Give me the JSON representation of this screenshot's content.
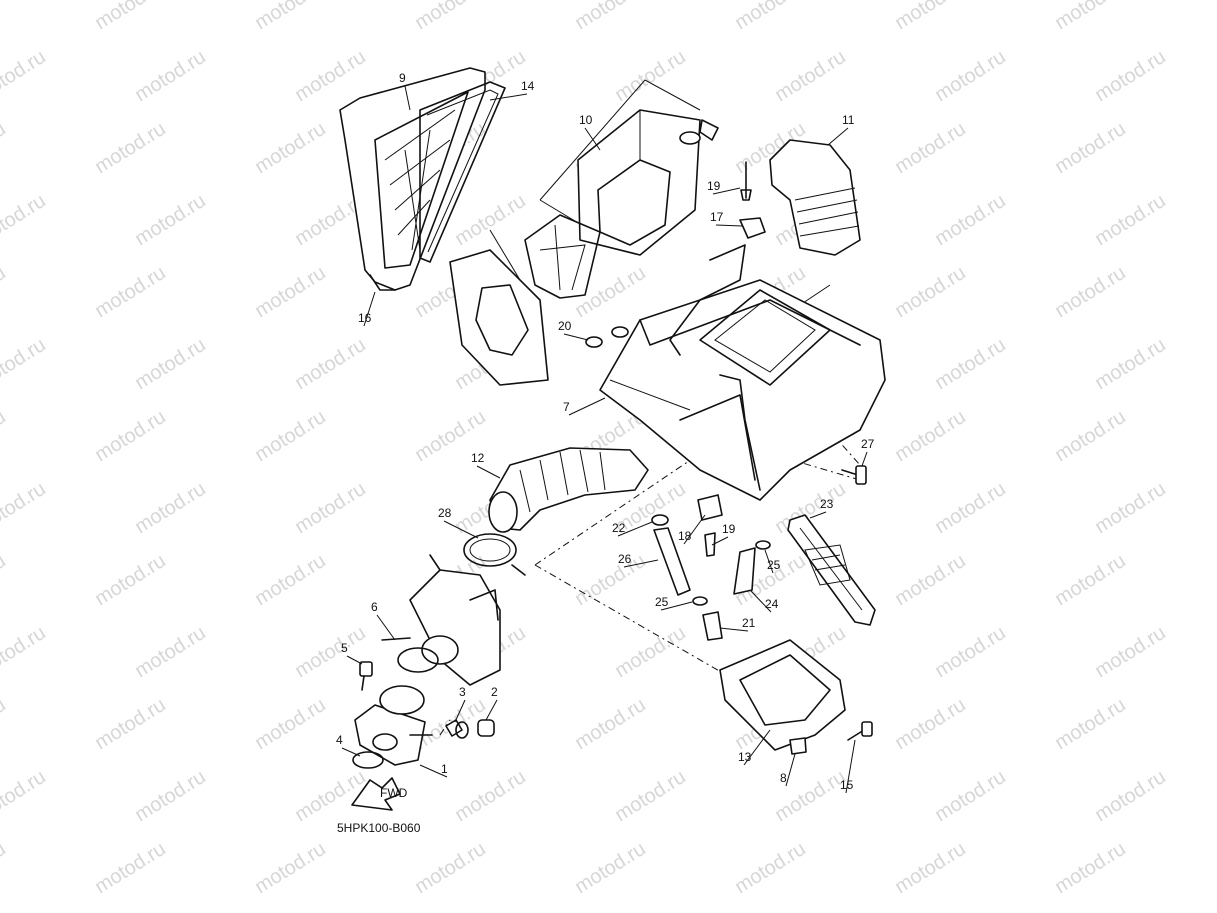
{
  "watermark": "motod.ru",
  "diagram_code": "5HPK100-B060",
  "arrow_label": "FWD",
  "callouts": [
    {
      "id": "c1",
      "label": "1"
    },
    {
      "id": "c2",
      "label": "2"
    },
    {
      "id": "c3",
      "label": "3"
    },
    {
      "id": "c4",
      "label": "4"
    },
    {
      "id": "c5",
      "label": "5"
    },
    {
      "id": "c6",
      "label": "6"
    },
    {
      "id": "c7",
      "label": "7"
    },
    {
      "id": "c8",
      "label": "8"
    },
    {
      "id": "c9",
      "label": "9"
    },
    {
      "id": "c10",
      "label": "10"
    },
    {
      "id": "c11",
      "label": "11"
    },
    {
      "id": "c12",
      "label": "12"
    },
    {
      "id": "c13",
      "label": "13"
    },
    {
      "id": "c14",
      "label": "14"
    },
    {
      "id": "c15",
      "label": "15"
    },
    {
      "id": "c16",
      "label": "16"
    },
    {
      "id": "c17",
      "label": "17"
    },
    {
      "id": "c18",
      "label": "18"
    },
    {
      "id": "c19a",
      "label": "19"
    },
    {
      "id": "c19b",
      "label": "19"
    },
    {
      "id": "c20",
      "label": "20"
    },
    {
      "id": "c21",
      "label": "21"
    },
    {
      "id": "c22",
      "label": "22"
    },
    {
      "id": "c23",
      "label": "23"
    },
    {
      "id": "c24",
      "label": "24"
    },
    {
      "id": "c25a",
      "label": "25"
    },
    {
      "id": "c25b",
      "label": "25"
    },
    {
      "id": "c26",
      "label": "26"
    },
    {
      "id": "c27",
      "label": "27"
    },
    {
      "id": "c28",
      "label": "28"
    }
  ]
}
